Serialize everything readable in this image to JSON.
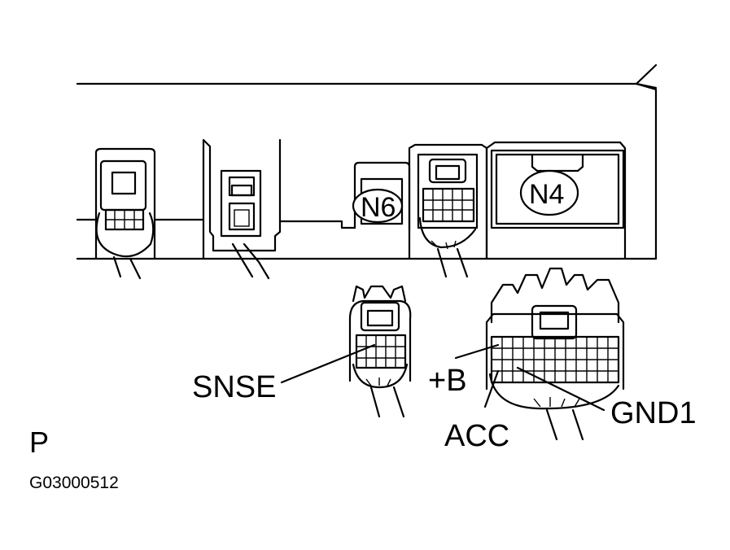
{
  "connector_ids": {
    "n6": "N6",
    "n4": "N4"
  },
  "pin_labels": {
    "snse": "SNSE",
    "b_plus": "+B",
    "acc": "ACC",
    "gnd1": "GND1"
  },
  "view_letter": "P",
  "figure_code": "G03000512"
}
